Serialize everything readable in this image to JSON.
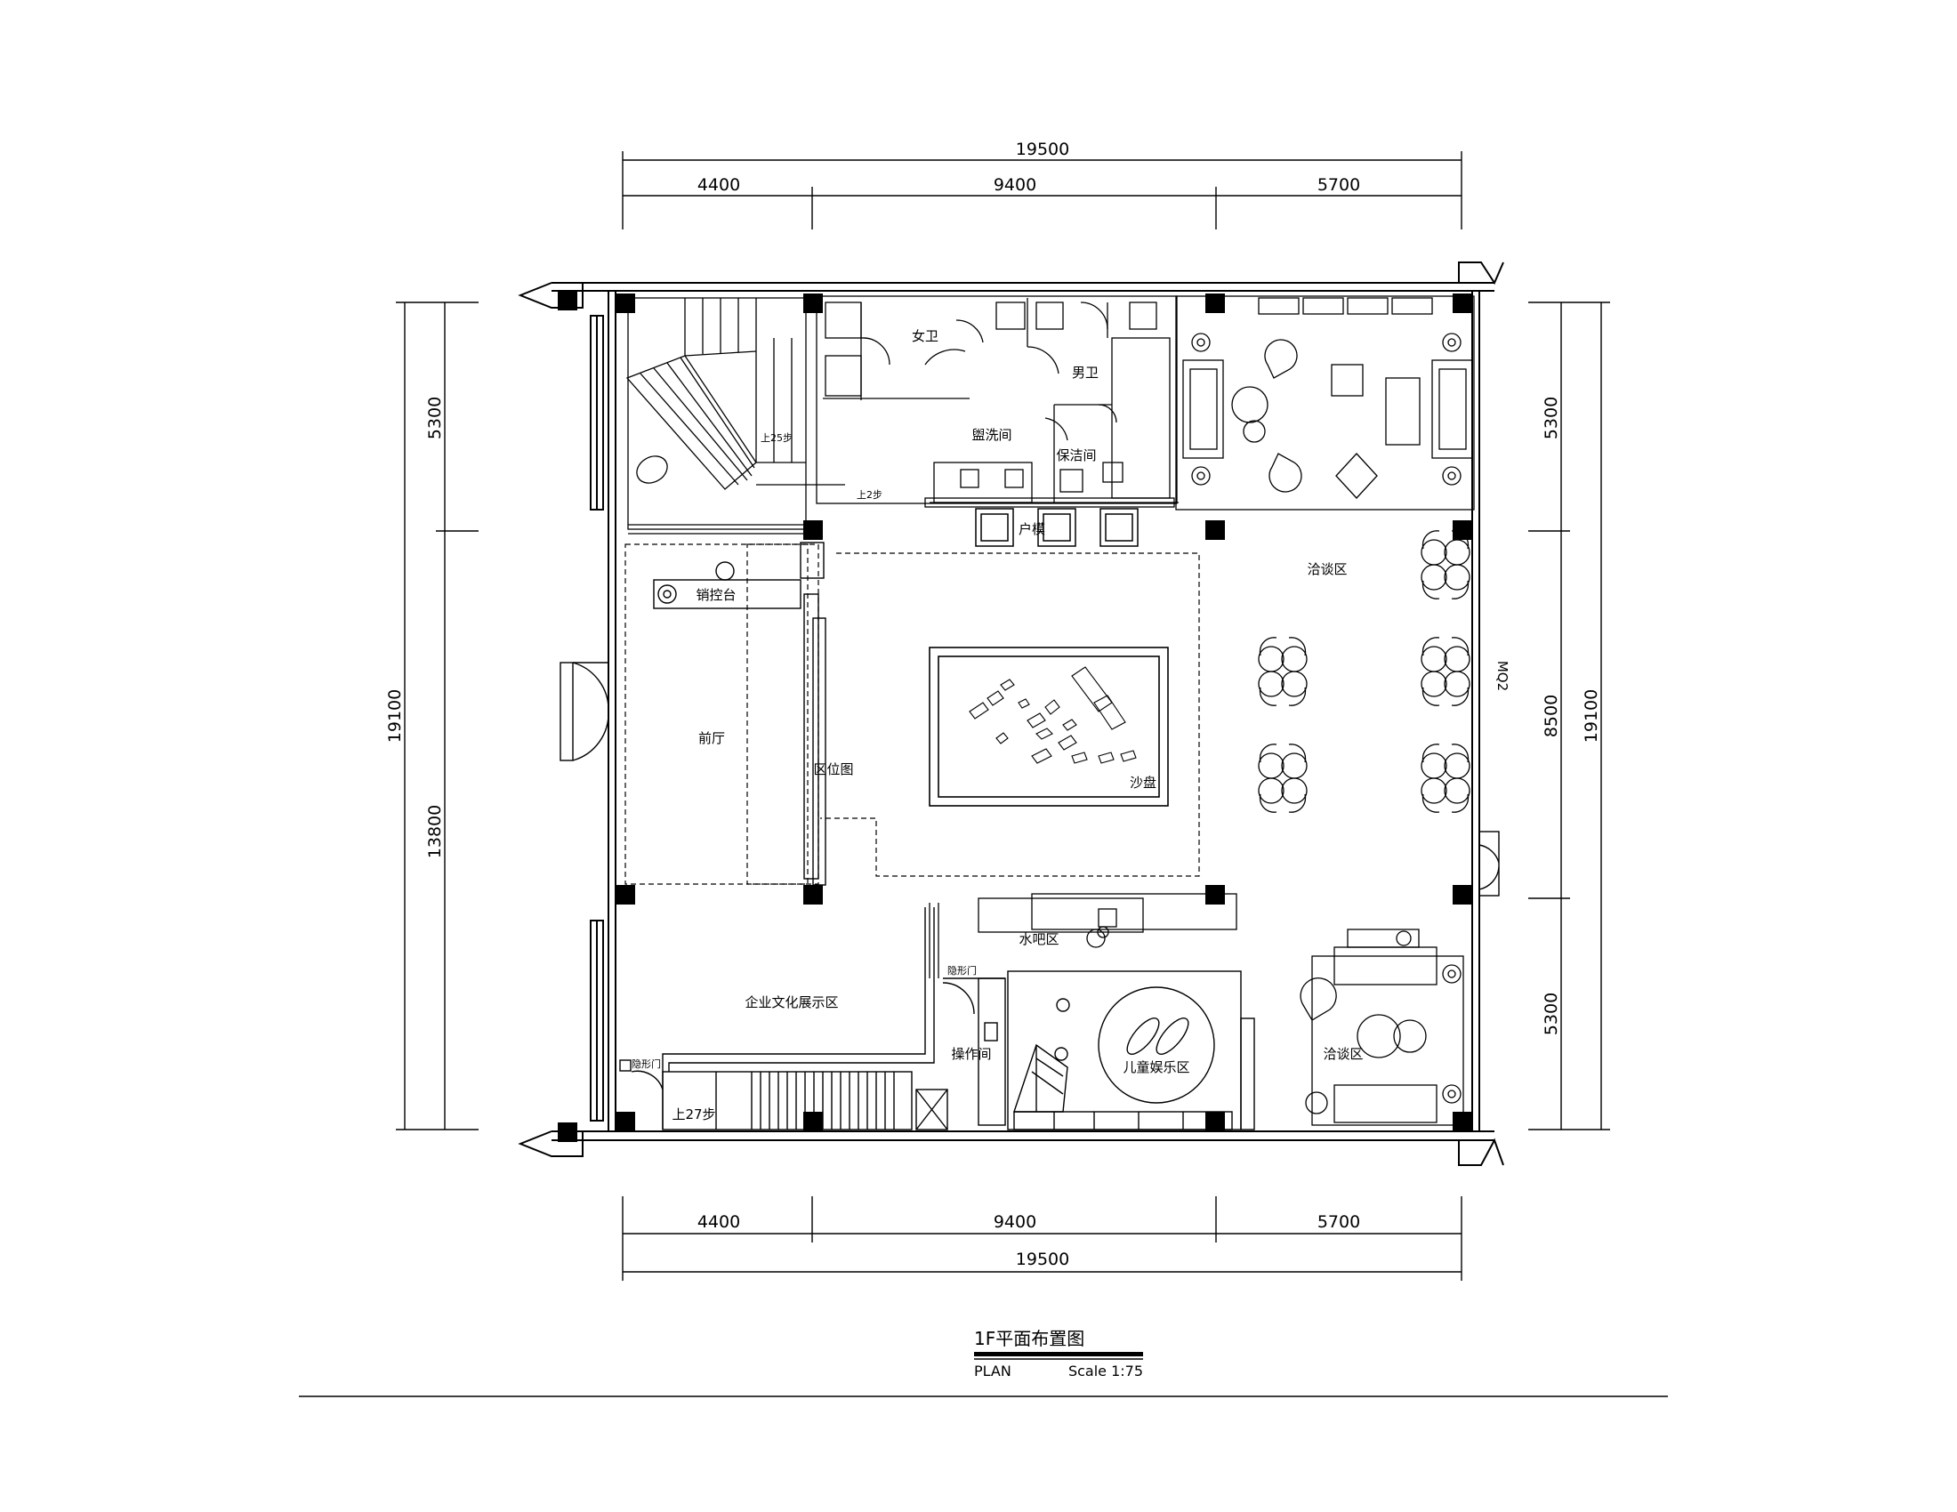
{
  "dimensions": {
    "top_total": "19500",
    "top_segments": [
      "4400",
      "9400",
      "5700"
    ],
    "bottom_segments": [
      "4400",
      "9400",
      "5700"
    ],
    "bottom_total": "19500",
    "left_outer": "19100",
    "left_inner": [
      "5300",
      "13800"
    ],
    "right_inner": [
      "5300",
      "8500",
      "5300"
    ],
    "right_outer": "19100"
  },
  "rooms": {
    "womens_wc": "女卫",
    "mens_wc": "男卫",
    "washroom": "盥洗间",
    "cleaning": "保洁间",
    "stairs_up_25": "上25步",
    "steps_up_2": "上2步",
    "household_model": "户模",
    "sales_desk": "销控台",
    "lobby": "前厅",
    "location_map": "区位图",
    "sand_table": "沙盘",
    "negotiation_top": "洽谈区",
    "window_code": "MQ2",
    "water_bar": "水吧区",
    "culture_exhibit": "企业文化展示区",
    "hidden_door_1": "隐形门",
    "hidden_door_2": "隐形门",
    "operation_room": "操作间",
    "kids_area": "儿童娱乐区",
    "negotiation_bottom": "洽谈区",
    "stairs_up_27": "上27步"
  },
  "title_block": {
    "title": "1F平面布置图",
    "plan": "PLAN",
    "scale": "Scale 1:75"
  }
}
